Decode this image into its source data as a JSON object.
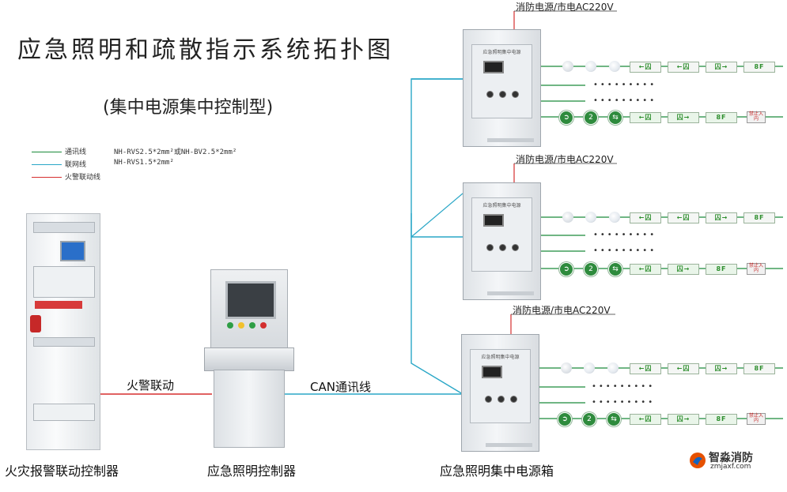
{
  "title": "应急照明和疏散指示系统拓扑图",
  "subtitle": "(集中电源集中控制型)",
  "legend": [
    {
      "label": "通讯线",
      "spec": "NH-RVS2.5*2mm²或NH-BV2.5*2mm²",
      "color": "#1a8a3a"
    },
    {
      "label": "联网线",
      "spec": "NH-RVS1.5*2mm²",
      "color": "#2aa7c7"
    },
    {
      "label": "火警联动线",
      "spec": "",
      "color": "#d62f2f"
    }
  ],
  "wires": {
    "fire_link": "火警联动",
    "can_bus": "CAN通讯线"
  },
  "power_labels": [
    "消防电源/市电AC220V",
    "消防电源/市电AC220V",
    "消防电源/市电AC220V"
  ],
  "devices": {
    "fire_controller": "火灾报警联动控制器",
    "emergency_controller": "应急照明控制器",
    "power_box": "应急照明集中电源箱"
  },
  "box_titles": [
    "应急照明集中电源",
    "应急照明集中电源",
    "应急照明集中电源"
  ],
  "signs": {
    "exit_left": "←囚",
    "exit_right": "囚→",
    "floor": "8F",
    "no_entry": "禁止入内"
  },
  "logo": {
    "name": "智淼消防",
    "url": "zmjaxf.com"
  },
  "colors": {
    "green_wire": "#1a8a3a",
    "blue_wire": "#2aa7c7",
    "red_wire": "#d62f2f"
  }
}
